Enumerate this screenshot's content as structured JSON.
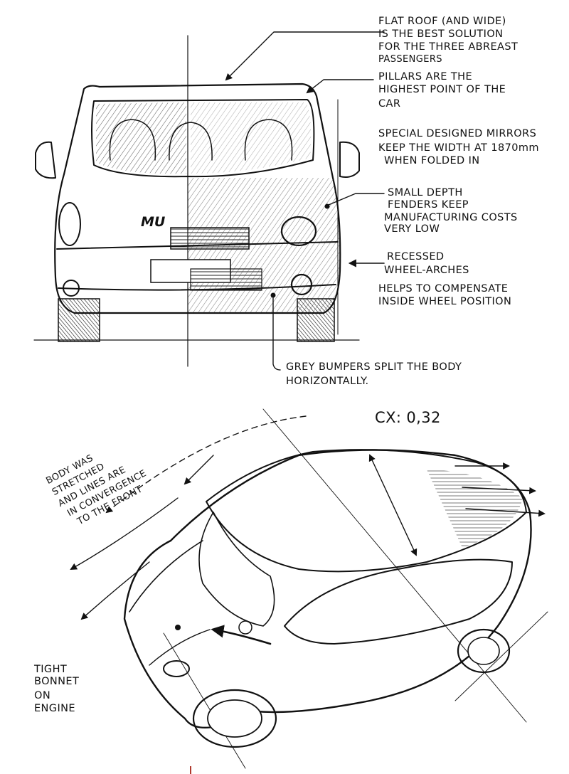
{
  "front_view": {
    "badge": "MU",
    "annotations": {
      "flat_roof": [
        "FLAT ROOF (AND WIDE)",
        "IS THE BEST SOLUTION",
        "FOR THE THREE ABREAST",
        "PASSENGERS"
      ],
      "pillars": [
        "PILLARS ARE THE",
        "HIGHEST POINT OF THE",
        "CAR"
      ],
      "mirrors": [
        "SPECIAL DESIGNED MIRRORS",
        "KEEP THE WIDTH AT 1870mm",
        "WHEN FOLDED IN"
      ],
      "fenders": [
        "SMALL DEPTH",
        "FENDERS KEEP",
        "MANUFACTURING COSTS",
        "VERY LOW"
      ],
      "wheel_arches": [
        "RECESSED",
        "WHEEL-ARCHES"
      ],
      "wheel_position": [
        "HELPS TO COMPENSATE",
        "INSIDE WHEEL POSITION"
      ],
      "bumpers": [
        "GREY BUMPERS SPLIT THE BODY",
        "HORIZONTALLY."
      ]
    }
  },
  "top_view": {
    "drag_coefficient": "CX: 0,32",
    "annotations": {
      "body_stretched": [
        "BODY WAS",
        "STRETCHED",
        "AND LINES ARE",
        "IN CONVERGENCE",
        "TO THE FRONT"
      ],
      "bonnet": [
        "TIGHT",
        "BONNET",
        "ON",
        "ENGINE"
      ]
    }
  }
}
